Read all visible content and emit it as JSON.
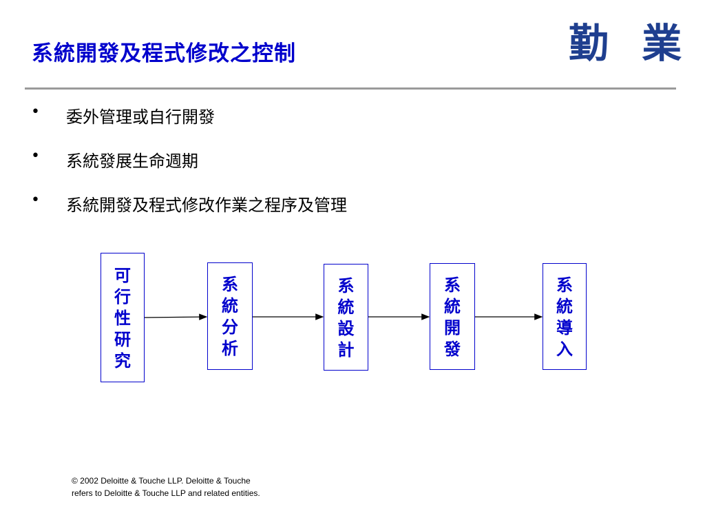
{
  "title": "系統開發及程式修改之控制",
  "logo_text": "勤 業",
  "bullets": [
    {
      "marker": "•",
      "text": "委外管理或自行開發"
    },
    {
      "marker": "•",
      "text": "系統發展生命週期"
    },
    {
      "marker": "•",
      "text": "系統開發及程式修改作業之程序及管理"
    }
  ],
  "flow": {
    "stages": [
      {
        "chars": [
          "可",
          "行",
          "性",
          "研",
          "究"
        ]
      },
      {
        "chars": [
          "系",
          "統",
          "分",
          "析"
        ]
      },
      {
        "chars": [
          "系",
          "統",
          "設",
          "計"
        ]
      },
      {
        "chars": [
          "系",
          "統",
          "開",
          "發"
        ]
      },
      {
        "chars": [
          "系",
          "統",
          "導",
          "入"
        ]
      }
    ],
    "colors": {
      "box_border": "#0000cc",
      "text": "#0000cc",
      "arrow": "#000000"
    }
  },
  "footer": {
    "line1": "© 2002 Deloitte & Touche LLP. Deloitte & Touche",
    "line2": "refers to Deloitte & Touche LLP and related entities."
  }
}
